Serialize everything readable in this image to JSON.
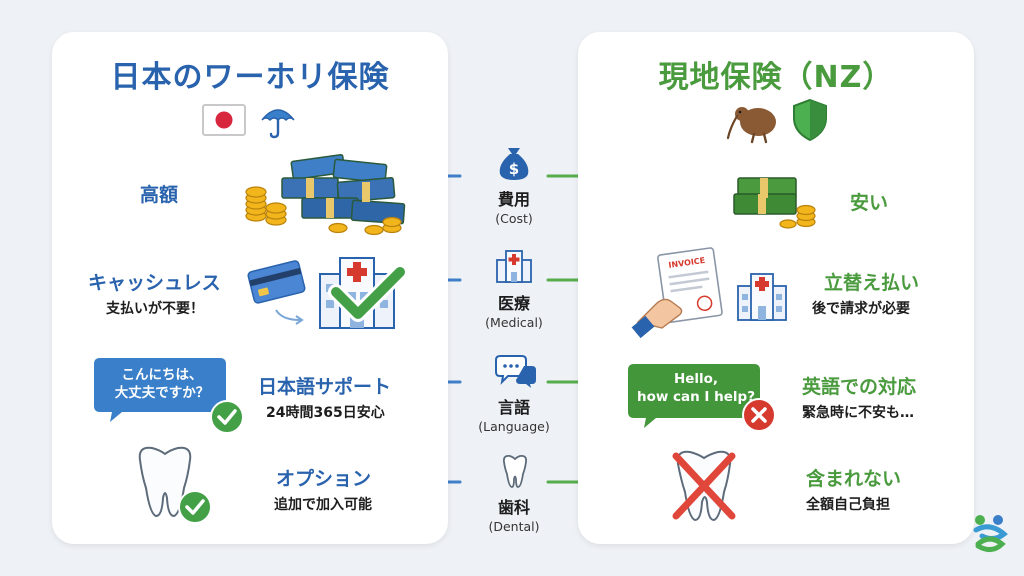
{
  "left": {
    "title": "日本のワーホリ保険",
    "cost": "高額",
    "medical_title": "キャッシュレス",
    "medical_sub": "支払いが不要！",
    "bubble_line1": "こんにちは、",
    "bubble_line2": "大丈夫ですか？",
    "language_title": "日本語サポート",
    "language_sub": "24時間365日安心",
    "dental_title": "オプション",
    "dental_sub": "追加で加入可能"
  },
  "right": {
    "title": "現地保険（NZ）",
    "cost": "安い",
    "invoice_label": "INVOICE",
    "medical_title": "立替え払い",
    "medical_sub": "後で請求が必要",
    "bubble_line1": "Hello,",
    "bubble_line2": "how can I help?",
    "language_title": "英語での対応",
    "language_sub": "緊急時に不安も…",
    "dental_title": "含まれない",
    "dental_sub": "全額自己負担"
  },
  "categories": [
    {
      "jp": "費用",
      "en": "(Cost)"
    },
    {
      "jp": "医療",
      "en": "(Medical)"
    },
    {
      "jp": "言語",
      "en": "(Language)"
    },
    {
      "jp": "歯科",
      "en": "(Dental)"
    }
  ],
  "colors": {
    "japan_blue": "#2a63ad",
    "nz_green": "#4a9a3e",
    "check_green": "#43a047",
    "cross_red": "#d63a2f"
  }
}
